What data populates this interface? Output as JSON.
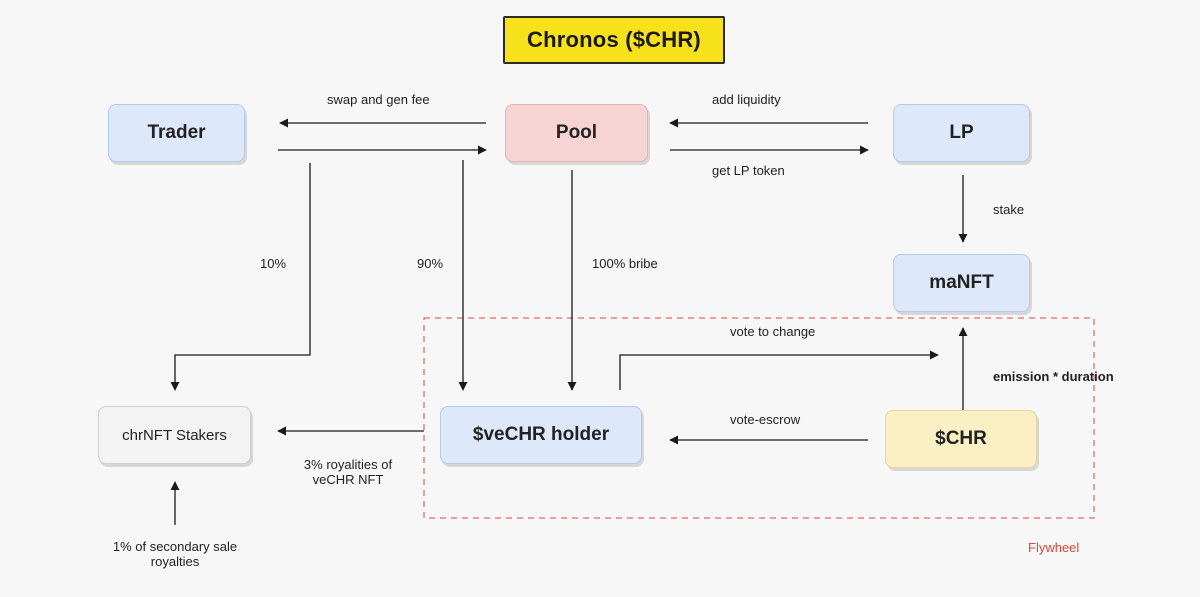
{
  "title": "Chronos ($CHR)",
  "nodes": {
    "trader": "Trader",
    "pool": "Pool",
    "lp": "LP",
    "manft": "maNFT",
    "vechr": "$veCHR holder",
    "chr": "$CHR",
    "chrnft_stakers": "chrNFT Stakers"
  },
  "edge_labels": {
    "swap": "swap and gen fee",
    "add_liquidity": "add liquidity",
    "get_lp_token": "get LP token",
    "stake": "stake",
    "ten_pct": "10%",
    "ninety_pct": "90%",
    "bribe": "100% bribe",
    "vote_to_change": "vote to change",
    "emission_duration": "emission * duration",
    "vote_escrow": "vote-escrow",
    "royalties_vechr": "3% royalities of veCHR NFT",
    "secondary_sale": "1% of secondary sale royalties"
  },
  "group_label": "Flywheel",
  "colors": {
    "title_bg": "#f7e11b",
    "blue_node": "#dde8fb",
    "pink_node": "#f6d4d4",
    "yellow_node": "#fbefc4",
    "grey_node": "#f3f3f3",
    "flywheel_border": "#e0443a"
  }
}
